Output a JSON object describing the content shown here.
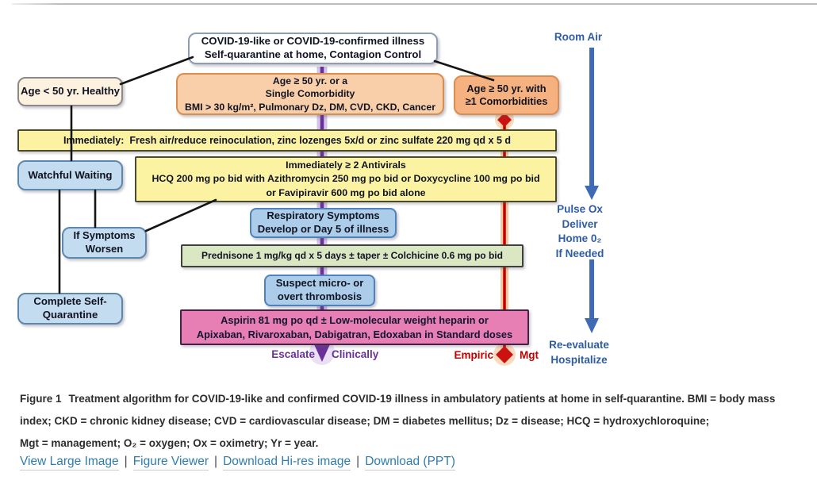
{
  "flowchart": {
    "boxes": {
      "entry": {
        "lines": [
          "COVID-19-like or COVID-19-confirmed illness",
          "Self-quarantine at home, Contagion Control"
        ]
      },
      "age_under_50": {
        "lines": [
          "Age < 50 yr. Healthy"
        ]
      },
      "age_over_50_single": {
        "lines": [
          "Age ≥ 50 yr. or a",
          "Single Comorbidity",
          "BMI > 30 kg/m², Pulmonary Dz, DM, CVD, CKD, Cancer"
        ]
      },
      "age_over_50_multi": {
        "lines": [
          "Age ≥ 50 yr. with",
          "≥1 Comorbidities"
        ]
      },
      "zinc": {
        "lines": [
          "Immediately:  Fresh air/reduce reinoculation, zinc lozenges 5x/d or zinc sulfate 220 mg qd x 5 d"
        ]
      },
      "watchful_waiting": {
        "lines": [
          "Watchful Waiting"
        ]
      },
      "antivirals": {
        "lines": [
          "Immediately ≥ 2 Antivirals",
          "HCQ 200 mg po bid with Azithromycin 250 mg po bid or Doxycycline 100 mg po bid",
          "or Favipiravir 600 mg po bid alone"
        ]
      },
      "respiratory_symptoms": {
        "lines": [
          "Respiratory Symptoms",
          "Develop or Day 5 of illness"
        ]
      },
      "if_symptoms_worsen": {
        "lines": [
          "If Symptoms",
          "Worsen"
        ]
      },
      "prednisone": {
        "lines": [
          "Prednisone 1 mg/kg qd x 5 days ± taper ± Colchicine 0.6 mg po bid"
        ]
      },
      "thrombosis": {
        "lines": [
          "Suspect micro- or",
          "overt thrombosis"
        ]
      },
      "complete_self_quarantine": {
        "lines": [
          "Complete Self-",
          "Quarantine"
        ]
      },
      "aspirin": {
        "lines": [
          "Aspirin 81 mg po qd ± Low-molecular weight heparin or",
          "Apixaban, Rivaroxaban, Dabigatran, Edoxaban in Standard doses"
        ]
      }
    },
    "labels": {
      "room_air": "Room Air",
      "pulse_ox_lines": [
        "Pulse Ox",
        "Deliver",
        "Home 0₂",
        "If Needed"
      ],
      "reevaluate_lines": [
        "Re-evaluate",
        "Hospitalize"
      ],
      "escalate": "Escalate",
      "clinically": "Clinically",
      "empiric": "Empiric",
      "mgt": "Mgt"
    },
    "colors": {
      "peach_light": "#f9cfa9",
      "peach_dark": "#f5b180",
      "orange_border": "#d98e4f",
      "yellow_fill": "#fbf3a2",
      "yellow_border": "#4a4a2e",
      "blue_box": "#c4dcf0",
      "blue_box_deep": "#abcde9",
      "blue_border": "#5d87ad",
      "green_fill": "#d9e8c2",
      "green_border": "#3f3f3f",
      "pink_fill": "#e77fb5",
      "pink_border": "#462146",
      "escalate_purple": "#6a3099",
      "empiric_red": "#c00000",
      "rail_blue": "#3f6ab5"
    }
  },
  "caption": {
    "label": "Figure 1",
    "lines": [
      "Treatment algorithm for COVID-19-like and confirmed COVID-19 illness in ambulatory patients at home in self-quarantine. BMI = body mass",
      "index; CKD = chronic kidney disease; CVD = cardiovascular disease; DM = diabetes mellitus; Dz = disease; HCQ = hydroxychloroquine;",
      "Mgt = management; O₂ = oxygen; Ox = oximetry; Yr = year."
    ]
  },
  "footer": {
    "separator": "|",
    "links": [
      {
        "label": "View Large Image"
      },
      {
        "label": "Figure Viewer"
      },
      {
        "label": "Download Hi-res image"
      },
      {
        "label": "Download (PPT)"
      }
    ]
  }
}
